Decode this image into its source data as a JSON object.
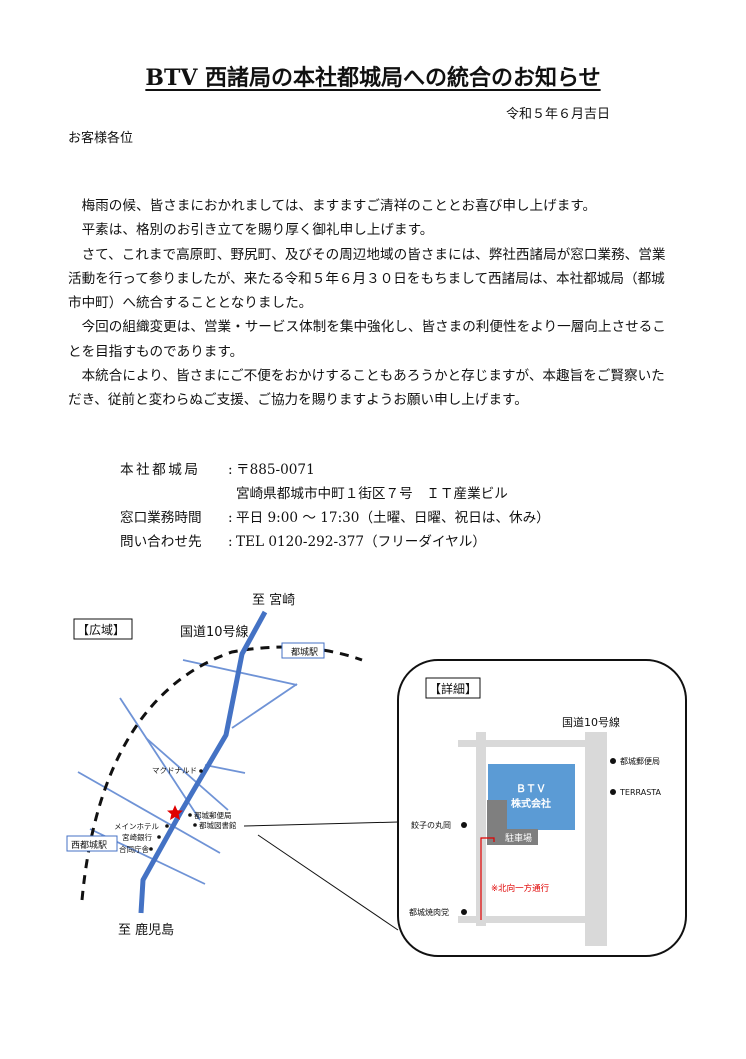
{
  "title": "BTV 西諸局の本社都城局への統合のお知らせ",
  "date": "令和５年６月吉日",
  "addressee": "お客様各位",
  "paragraphs": [
    "梅雨の候、皆さまにおかれましては、ますますご清祥のこととお喜び申し上げます。",
    "平素は、格別のお引き立てを賜り厚く御礼申し上げます。",
    "さて、これまで高原町、野尻町、及びその周辺地域の皆さまには、弊社西諸局が窓口業務、営業活動を行って参りましたが、来たる令和５年６月３０日をもちまして西諸局は、本社都城局（都城市中町）へ統合することとなりました。",
    "今回の組織変更は、営業・サービス体制を集中強化し、皆さまの利便性をより一層向上させることを目指すものであります。",
    "本統合により、皆さまにご不便をおかけすることもあろうかと存じますが、本趣旨をご賢察いただき、従前と変わらぬご支援、ご協力を賜りますようお願い申し上げます。"
  ],
  "info": {
    "office_label": "本社都城局",
    "postal": "〒885-0071",
    "address": "宮崎県都城市中町１街区７号　ＩＴ産業ビル",
    "hours_label": "窓口業務時間",
    "hours": "平日 9:00 〜 17:30（土曜、日曜、祝日は、休み）",
    "contact_label": "問い合わせ先",
    "tel": "TEL 0120-292-377（フリーダイヤル）"
  },
  "wide_map": {
    "panel_label": "【広域】",
    "to_north": "至 宮崎",
    "to_south": "至 鹿児島",
    "route_label": "国道10号線",
    "station_box": "都城駅",
    "west_station_box": "西都城駅",
    "mcdonalds": "マクドナルド",
    "post_office": "都城郵便局",
    "library": "都城図書館",
    "hotel": "メインホテル",
    "bank": "宮崎銀行",
    "gov_building": "合同庁舎"
  },
  "detail_map": {
    "panel_label": "【詳細】",
    "route_label": "国道10号線",
    "btv_line1": "ＢＴＶ",
    "btv_line2": "株式会社",
    "parking": "駐車場",
    "gyoza": "餃子の丸岡",
    "yakiniku": "都城焼肉党",
    "post_office": "都城郵便局",
    "terrasta": "TERRASTA",
    "one_way": "※北向一方通行"
  },
  "colors": {
    "route_blue": "#4472C4",
    "road_blue": "#6F93D6",
    "btv_blue": "#5B9BD5",
    "parking_gray": "#7F7F7F",
    "road_gray": "#D9D9D9",
    "one_way_red": "#E00000",
    "star_red": "#E00000"
  }
}
